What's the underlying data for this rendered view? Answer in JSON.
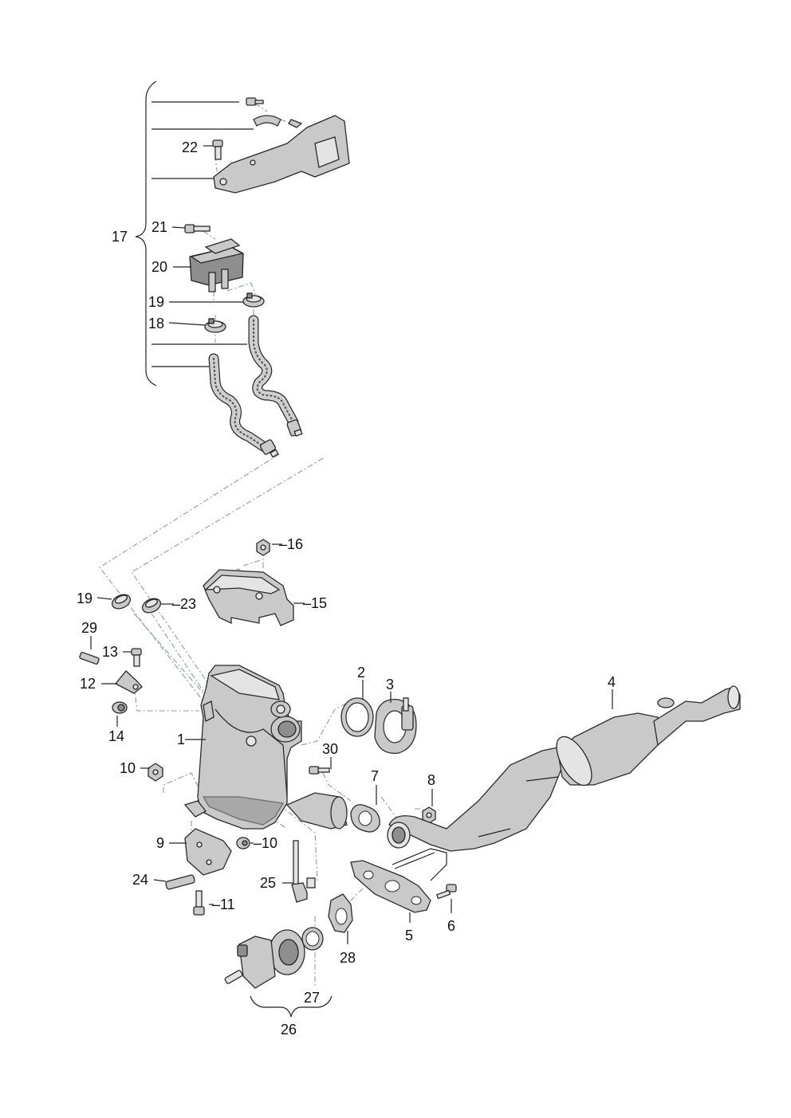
{
  "callouts": [
    {
      "id": "1",
      "text": "1"
    },
    {
      "id": "2",
      "text": "2"
    },
    {
      "id": "3",
      "text": "3"
    },
    {
      "id": "4",
      "text": "4"
    },
    {
      "id": "5",
      "text": "5"
    },
    {
      "id": "6",
      "text": "6"
    },
    {
      "id": "7",
      "text": "7"
    },
    {
      "id": "8",
      "text": "8"
    },
    {
      "id": "9",
      "text": "9"
    },
    {
      "id": "10a",
      "text": "10"
    },
    {
      "id": "10b",
      "text": "–10"
    },
    {
      "id": "11",
      "text": "–11"
    },
    {
      "id": "12",
      "text": "12"
    },
    {
      "id": "13",
      "text": "13"
    },
    {
      "id": "14",
      "text": "14"
    },
    {
      "id": "15",
      "text": "–15"
    },
    {
      "id": "16",
      "text": "–16"
    },
    {
      "id": "17",
      "text": "17"
    },
    {
      "id": "18",
      "text": "18"
    },
    {
      "id": "19a",
      "text": "19"
    },
    {
      "id": "19b",
      "text": "19"
    },
    {
      "id": "20",
      "text": "20"
    },
    {
      "id": "21",
      "text": "21"
    },
    {
      "id": "22",
      "text": "22"
    },
    {
      "id": "23",
      "text": "–23"
    },
    {
      "id": "24",
      "text": "24"
    },
    {
      "id": "25",
      "text": "25"
    },
    {
      "id": "26",
      "text": "26"
    },
    {
      "id": "27",
      "text": "27"
    },
    {
      "id": "28",
      "text": "28"
    },
    {
      "id": "29",
      "text": "29"
    },
    {
      "id": "30",
      "text": "30"
    }
  ],
  "colors": {
    "line": "#222222",
    "dashed_guide": "#8a9aa8",
    "part_fill": "#c9c9c9",
    "part_dark": "#8e8e8e",
    "background": "#ffffff"
  }
}
